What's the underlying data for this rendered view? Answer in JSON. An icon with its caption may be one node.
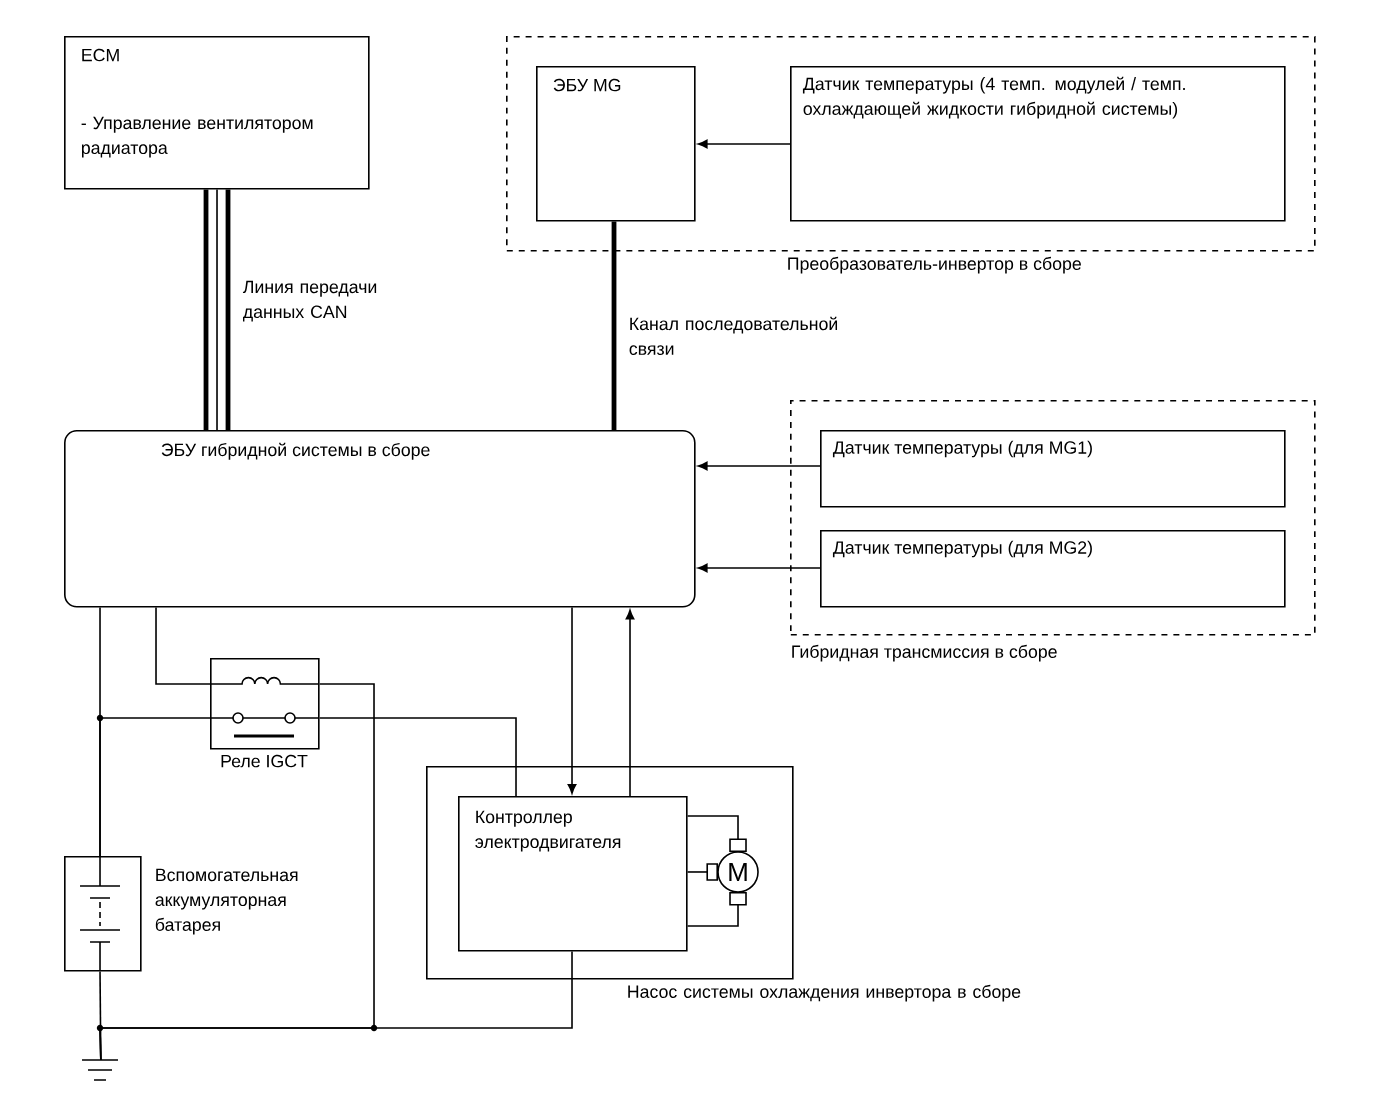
{
  "diagram": {
    "nodes": [
      {
        "text": [
          "ECM",
          "- Управление вентилятором радиатора"
        ]
      },
      {
        "text": [
          "Преобразователь-инвертор в сборе"
        ]
      },
      {
        "text": [
          "ЭБУ MG"
        ],
        "in": 1
      },
      {
        "text": [
          "Датчик температуры (4 темп. модулей / темп. охлаждающей жидкости гибридной системы)"
        ],
        "in": 1
      },
      {
        "text": [
          "ЭБУ гибридной системы в сборе"
        ]
      },
      {
        "text": [
          "Гибридная трансмиссия в сборе"
        ]
      },
      {
        "text": [
          "Датчик температуры (для MG1)"
        ],
        "in": 5
      },
      {
        "text": [
          "Датчик температуры (для MG2)"
        ],
        "in": 5
      },
      {
        "text": [
          "Реле IGCT"
        ]
      },
      {
        "text": [
          "Вспомогательная аккумуляторная батарея"
        ]
      },
      {
        "text": [
          "Насос системы охлаждения инвертора в сборе"
        ]
      },
      {
        "text": [
          "Контроллер электродвигателя"
        ],
        "in": 10
      },
      {
        "text": [
          "M"
        ],
        "in": 10
      },
      {
        "text": [],
        "shape": "ground"
      }
    ],
    "edges": [
      {
        "from": 0,
        "to": 4,
        "arrow": "none",
        "style": "thick",
        "label": "Линия передачи данных CAN"
      },
      {
        "from": 2,
        "to": 4,
        "arrow": "none",
        "style": "thick",
        "label": "Канал последовательной связи"
      },
      {
        "from": 3,
        "to": 2,
        "arrow": "to"
      },
      {
        "from": 6,
        "to": 4,
        "arrow": "to"
      },
      {
        "from": 7,
        "to": 4,
        "arrow": "to"
      },
      {
        "from": 4,
        "to": 11,
        "arrow": "to"
      },
      {
        "from": 11,
        "to": 4,
        "arrow": "to"
      },
      {
        "from": 4,
        "to": 8,
        "arrow": "none"
      },
      {
        "from": 4,
        "to": 9,
        "arrow": "none"
      },
      {
        "from": 9,
        "to": 8,
        "arrow": "none"
      },
      {
        "from": 8,
        "to": 11,
        "arrow": "none"
      },
      {
        "from": 8,
        "to": 13,
        "arrow": "none"
      },
      {
        "from": 9,
        "to": 13,
        "arrow": "none"
      },
      {
        "from": 11,
        "to": 13,
        "arrow": "none"
      },
      {
        "from": 11,
        "to": 12,
        "arrow": "none"
      },
      {
        "from": 11,
        "to": 12,
        "arrow": "none"
      },
      {
        "from": 11,
        "to": 12,
        "arrow": "none"
      }
    ]
  }
}
